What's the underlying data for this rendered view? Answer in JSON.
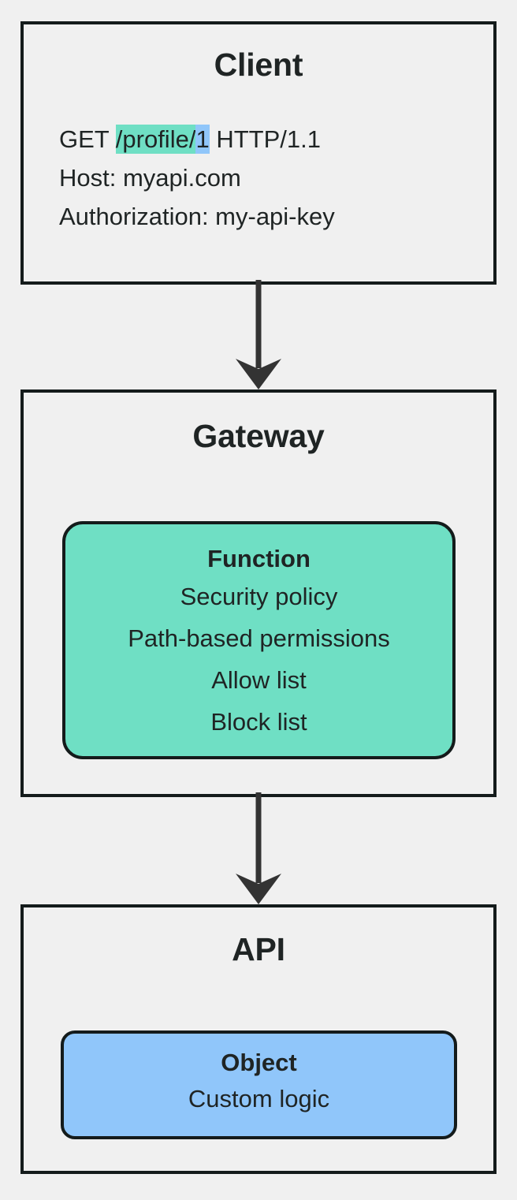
{
  "diagram": {
    "type": "flowchart",
    "direction": "top-to-bottom",
    "background_color": "#f0f0f0",
    "border_color": "#141b1b",
    "arrow_color": "#333333",
    "accent_teal": "#6fdfc4",
    "accent_blue": "#90c6fa"
  },
  "client": {
    "title": "Client",
    "request": {
      "method_prefix": "GET ",
      "path_highlighted": "/profile/",
      "id_highlighted": "1",
      "protocol_suffix": " HTTP/1.1",
      "host_line": "Host: myapi.com",
      "authorization_line": "Authorization: my-api-key"
    }
  },
  "gateway": {
    "title": "Gateway",
    "function_box": {
      "title": "Function",
      "lines": [
        "Security policy",
        "Path-based permissions",
        "Allow list",
        "Block list"
      ]
    }
  },
  "api": {
    "title": "API",
    "object_box": {
      "title": "Object",
      "lines": [
        "Custom logic"
      ]
    }
  },
  "connectors": [
    {
      "name": "client-to-gateway",
      "from": "Client",
      "to": "Gateway",
      "style": "arrow-down"
    },
    {
      "name": "gateway-to-api",
      "from": "Gateway",
      "to": "API",
      "style": "arrow-down"
    }
  ]
}
